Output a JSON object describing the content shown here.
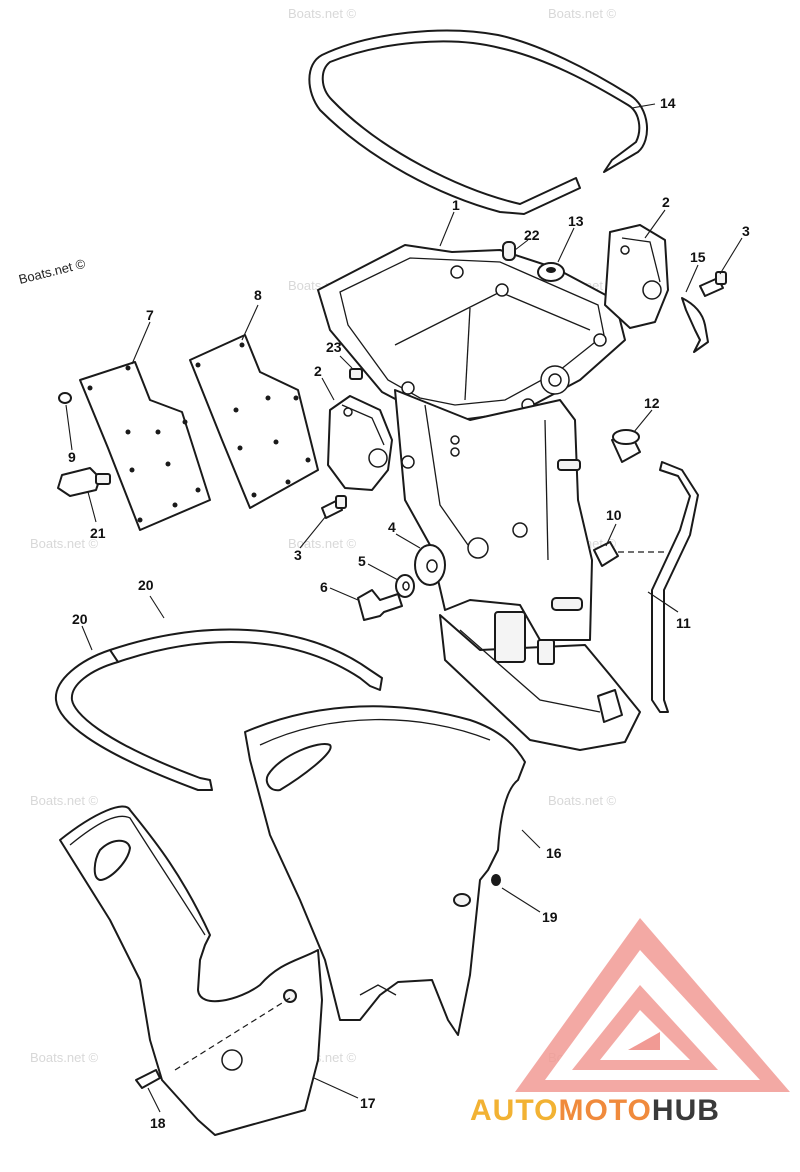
{
  "parts": {
    "p1": "1",
    "p2a": "2",
    "p2b": "2",
    "p3a": "3",
    "p3b": "3",
    "p4": "4",
    "p5": "5",
    "p6": "6",
    "p7": "7",
    "p8": "8",
    "p9": "9",
    "p10": "10",
    "p11": "11",
    "p12": "12",
    "p13": "13",
    "p14": "14",
    "p15": "15",
    "p16": "16",
    "p17": "17",
    "p18": "18",
    "p19": "19",
    "p20a": "20",
    "p20b": "20",
    "p21": "21",
    "p22": "22",
    "p23": "23"
  },
  "watermark": {
    "text": "Boats.net ©"
  },
  "brand": {
    "part1": "AUTO",
    "part2": "MOTO",
    "part3": "HUB",
    "colors": {
      "auto": "#f2b233",
      "moto": "#f08a3c",
      "hub": "#3a3a3a",
      "triangle": "#e8605a"
    }
  }
}
